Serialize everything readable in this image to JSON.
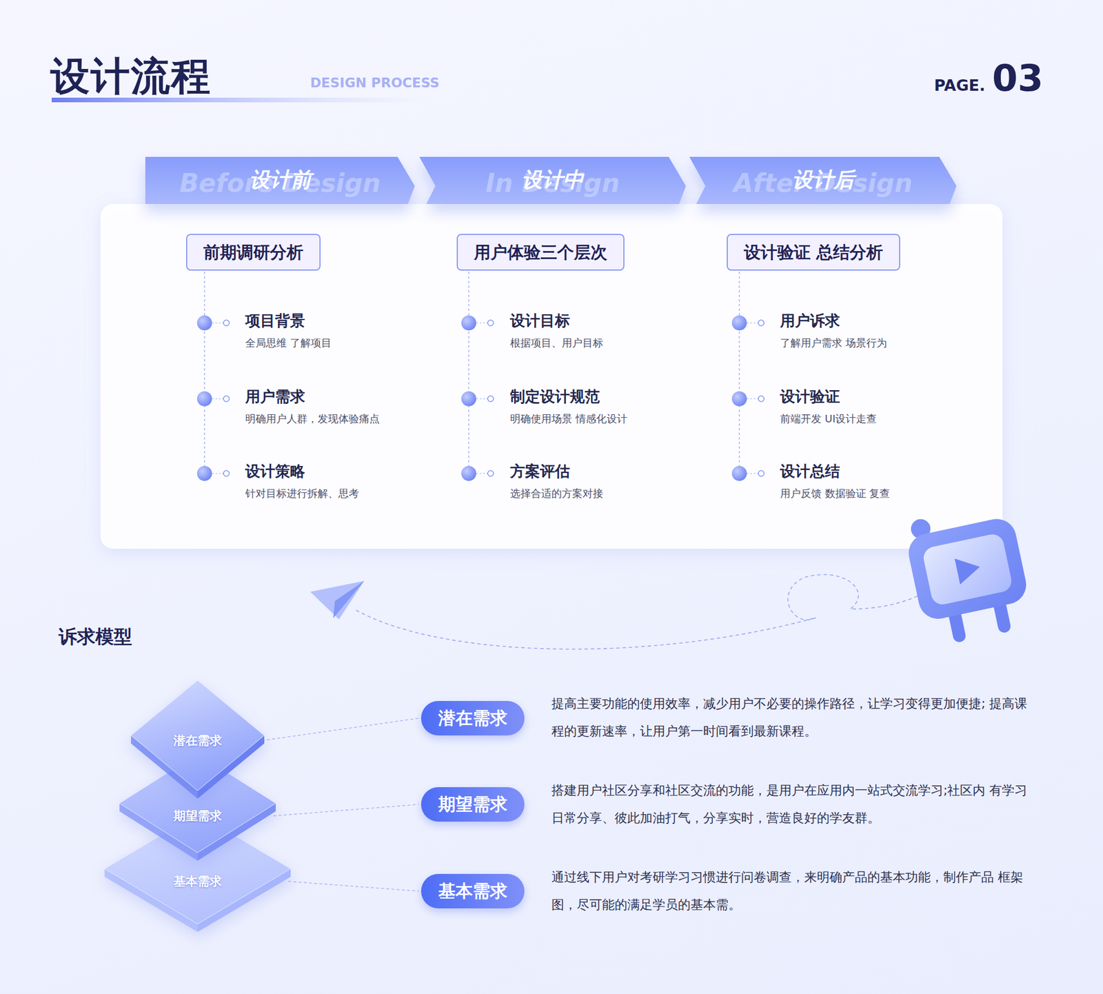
{
  "diagram": {
    "title": "设计流程",
    "nodes": [
      {
        "text": [
          "设计前",
          "Before Design"
        ]
      },
      {
        "text": [
          "设计中",
          "In Design"
        ]
      },
      {
        "text": [
          "设计后",
          "After Design"
        ]
      },
      {
        "text": [
          "前期调研分析"
        ]
      },
      {
        "text": [
          "用户体验三个层次"
        ]
      },
      {
        "text": [
          "设计验证 总结分析"
        ]
      },
      {
        "text": [
          "潜在需求"
        ]
      },
      {
        "text": [
          "期望需求"
        ]
      },
      {
        "text": [
          "基本需求"
        ]
      },
      {
        "text": [
          "潜在需求"
        ]
      },
      {
        "text": [
          "期望需求"
        ]
      },
      {
        "text": [
          "基本需求"
        ]
      }
    ],
    "edges": [
      {
        "from": 6,
        "to": 9,
        "arrow": "none"
      },
      {
        "from": 7,
        "to": 10,
        "arrow": "none"
      },
      {
        "from": 8,
        "to": 11,
        "arrow": "none"
      }
    ],
    "labels": [
      "DESIGN PROCESS",
      "PAGE.",
      "03",
      "项目背景",
      "全局思维 了解项目",
      "用户需求",
      "明确用户人群，发现体验痛点",
      "设计策略",
      "针对目标进行拆解、思考",
      "设计目标",
      "根据项目、用户目标",
      "制定设计规范",
      "明确使用场景 情感化设计",
      "方案评估",
      "选择合适的方案对接",
      "用户诉求",
      "了解用户需求 场景行为",
      "设计验证",
      "前端开发 UI设计走查",
      "设计总结",
      "用户反馈 数据验证 复查",
      "诉求模型",
      "提高主要功能的使用效率，减少用户不必要的操作路径，让学习变得更加便捷; 提高课程的更新速率，让用户第一时间看到最新课程。",
      "搭建用户社区分享和社区交流的功能，是用户在应用内一站式交流学习;社区内 有学习日常分享、彼此加油打气，分享实时，营造良好的学友群。",
      "通过线下用户对考研学习习惯进行问卷调查，来明确产品的基本功能，制作产品 框架图，尽可能的满足学员的基本需。"
    ]
  }
}
